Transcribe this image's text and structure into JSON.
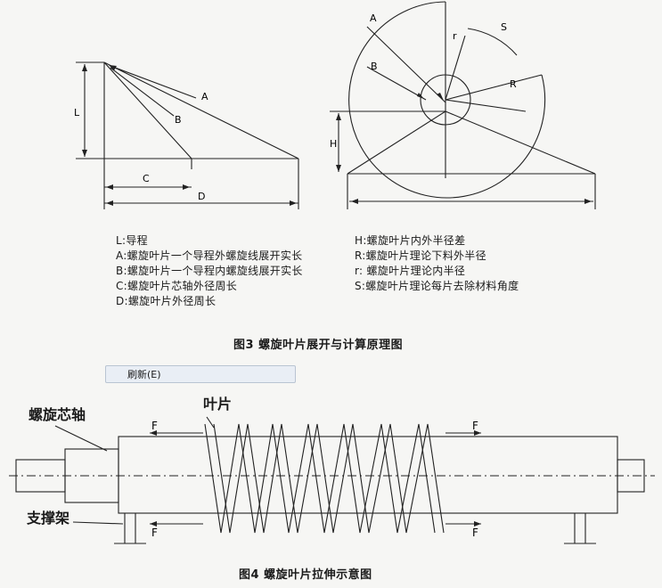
{
  "figure3": {
    "diagram_labels": {
      "L": "L",
      "A": "A",
      "B": "B",
      "C": "C",
      "D": "D",
      "H": "H",
      "S": "S",
      "r": "r",
      "R": "R"
    },
    "legend_left": [
      "L:导程",
      "A:螺旋叶片一个导程外螺旋线展开实长",
      "B:螺旋叶片一个导程内螺旋线展开实长",
      "C:螺旋叶片芯轴外径周长",
      "D:螺旋叶片外径周长"
    ],
    "legend_right": [
      "H:螺旋叶片内外半径差",
      "R:螺旋叶片理论下料外半径",
      "r: 螺旋叶片理论内半径",
      "S:螺旋叶片理论每片去除材料角度"
    ],
    "caption": "图3  螺旋叶片展开与计算原理图"
  },
  "context_menu": {
    "item": "刷新(E)"
  },
  "figure4": {
    "label_shaft": "螺旋芯轴",
    "label_blade": "叶片",
    "label_support": "支撑架",
    "force_label": "F",
    "caption": "图4   螺旋叶片拉伸示意图"
  }
}
